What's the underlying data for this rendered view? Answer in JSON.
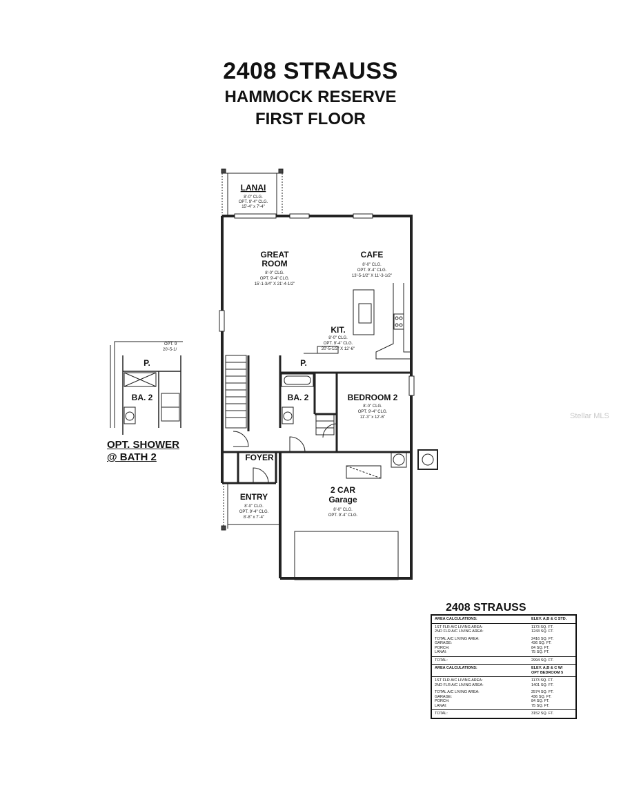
{
  "title": {
    "model": "2408 STRAUSS",
    "community": "HAMMOCK RESERVE",
    "floor": "FIRST FLOOR"
  },
  "rooms": {
    "lanai": {
      "name": "LANAI",
      "clg": "8'-0\" CLG.",
      "opt": "OPT. 9'-4\" CLG.",
      "dim": "15'-4\" x 7'-4\""
    },
    "great_room": {
      "name1": "GREAT",
      "name2": "ROOM",
      "clg": "8'-0\" CLG.",
      "opt": "OPT. 9'-4\" CLG.",
      "dim": "15'-1-3/4\" X 21'-4-1/2\""
    },
    "cafe": {
      "name": "CAFE",
      "clg": "8'-0\" CLG.",
      "opt": "OPT. 9'-4\" CLG.",
      "dim": "13'-5-1/2\" X 11'-3-1/2\""
    },
    "kitchen": {
      "name": "KIT.",
      "clg": "8'-0\" CLG.",
      "opt": "OPT. 9'-4\" CLG.",
      "dim": "20'-5-1/2\" X 12'-6\""
    },
    "pantry": {
      "name": "P."
    },
    "bath2": {
      "name": "BA. 2"
    },
    "bedroom2": {
      "name": "BEDROOM 2",
      "clg": "8'-0\" CLG.",
      "opt": "OPT. 9'-4\" CLG.",
      "dim": "11'-3\" x 12'-6\""
    },
    "foyer": {
      "name": "FOYER"
    },
    "entry": {
      "name": "ENTRY",
      "clg": "8'-0\" CLG.",
      "opt": "OPT. 9'-4\" CLG.",
      "dim": "8'-8\" x 7'-4\""
    },
    "garage": {
      "name1": "2 CAR",
      "name2": "Garage",
      "clg": "8'-0\" CLG.",
      "opt": "OPT. 9'-4\" CLG."
    }
  },
  "option_detail": {
    "pantry": "P.",
    "bath": "BA. 2",
    "note_line1": "OPT. SHOWER",
    "note_line2": "@ BATH 2",
    "clipped1": "OPT. 9",
    "clipped2": "20'-5-1/"
  },
  "watermark": "Stellar MLS",
  "area_table": {
    "title": "2408 STRAUSS",
    "section1": {
      "header": "AREA CALCULATIONS:",
      "elev": "ELEV. A,B & C STD.",
      "rows": [
        {
          "label": "1ST FLR A/C LIVING AREA:",
          "value": "1173 SQ. FT."
        },
        {
          "label": "2ND FLR A/C LIVING AREA:",
          "value": "1243 SQ. FT."
        }
      ],
      "rows2": [
        {
          "label": "TOTAL A/C LIVING AREA:",
          "value": "2416 SQ. FT."
        },
        {
          "label": "GARAGE:",
          "value": "436 SQ. FT."
        },
        {
          "label": "PORCH:",
          "value": "84 SQ. FT."
        },
        {
          "label": "LANAI:",
          "value": "75 SQ. FT."
        }
      ],
      "total_label": "TOTAL:",
      "total_value": "2994 SQ. FT."
    },
    "section2": {
      "header": "AREA CALCULATIONS:",
      "elev1": "ELEV. A,B & C W/",
      "elev2": "OPT BEDROOM 5",
      "rows": [
        {
          "label": "1ST FLR A/C LIVING AREA:",
          "value": "1173 SQ. FT."
        },
        {
          "label": "2ND FLR A/C LIVING AREA:",
          "value": "1401 SQ. FT."
        }
      ],
      "rows2": [
        {
          "label": "TOTAL A/C LIVING AREA:",
          "value": "2574 SQ. FT."
        },
        {
          "label": "GARAGE:",
          "value": "436 SQ. FT."
        },
        {
          "label": "PORCH:",
          "value": "84 SQ. FT."
        },
        {
          "label": "LANAI:",
          "value": "75 SQ. FT."
        }
      ],
      "total_label": "TOTAL:",
      "total_value": "3152 SQ. FT."
    }
  }
}
